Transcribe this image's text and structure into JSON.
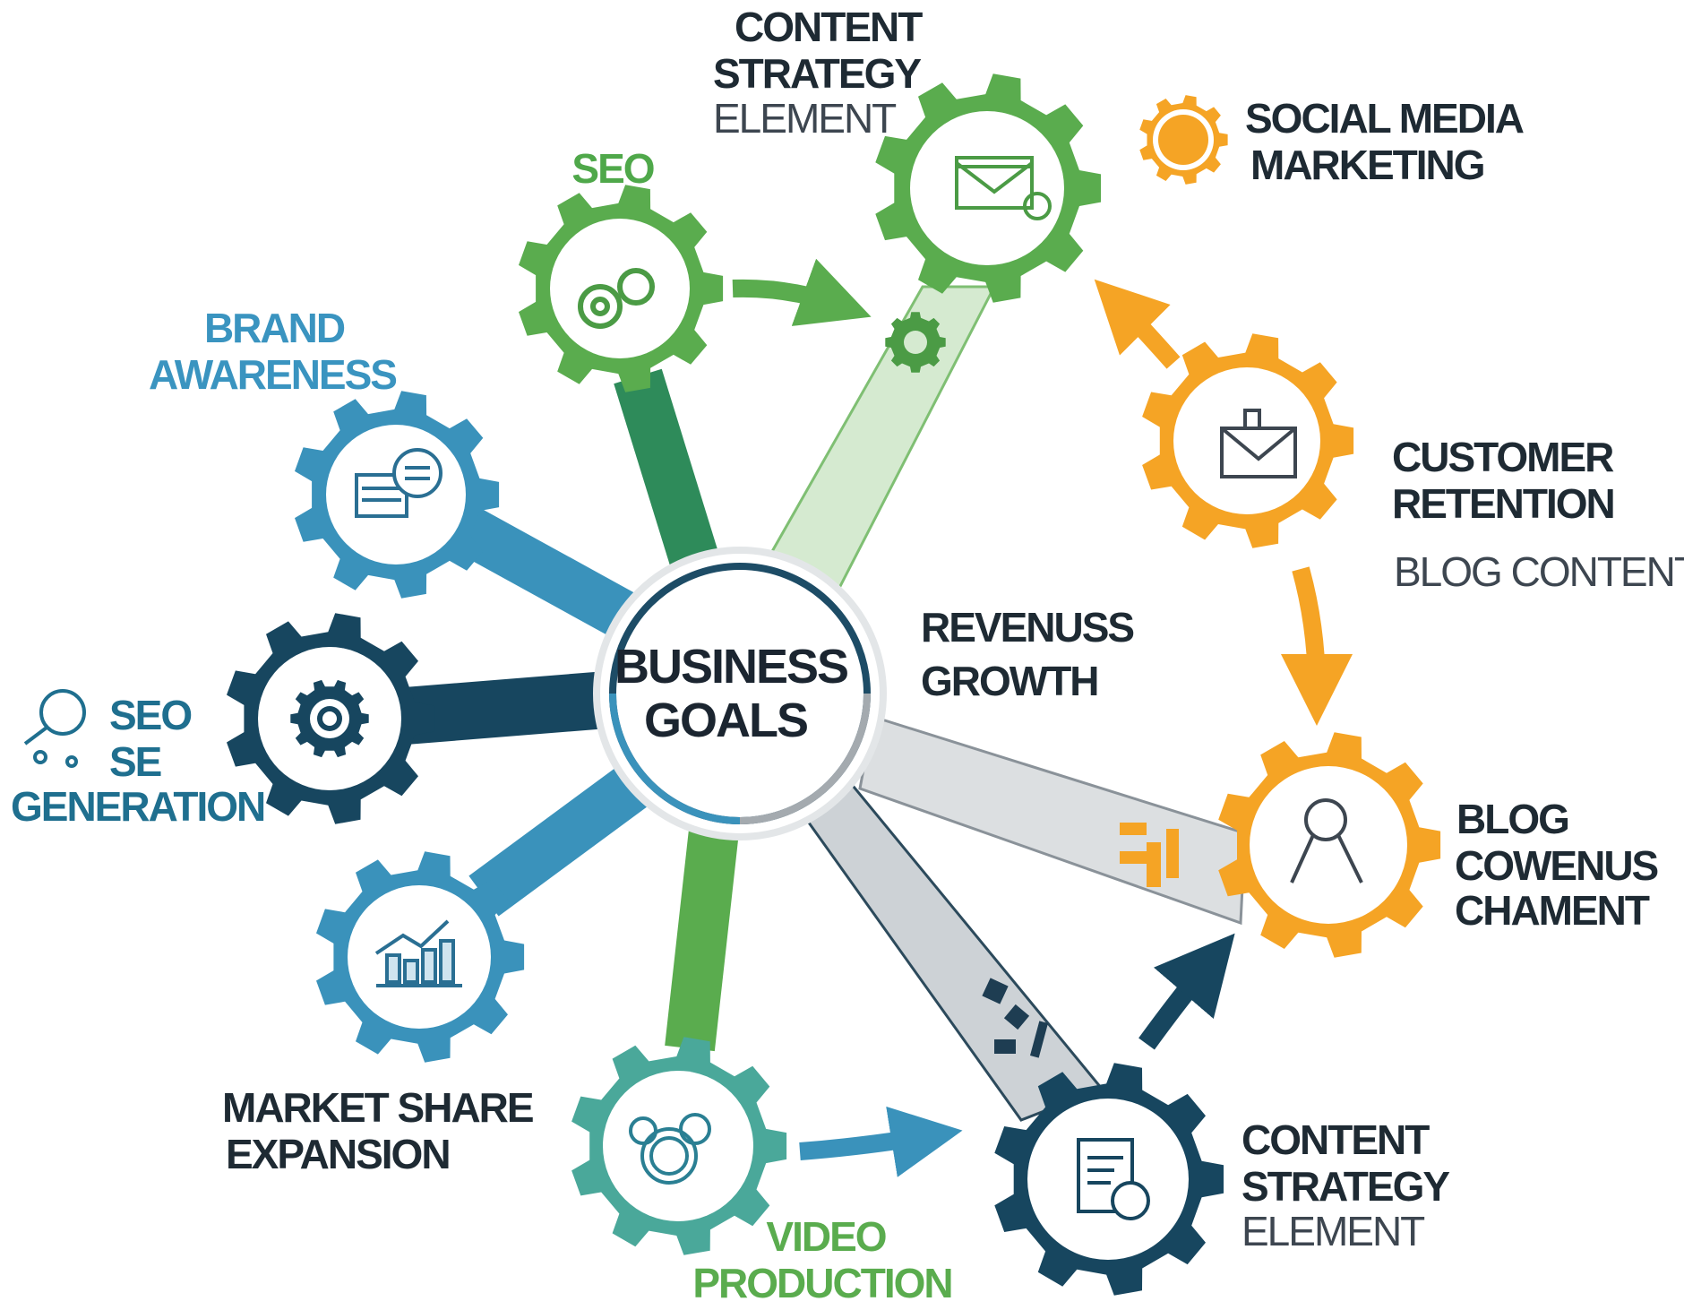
{
  "center": {
    "line1": "BUSINESS",
    "line2": "GOALS"
  },
  "labels": {
    "content_top": [
      "CONTENT",
      "STRATEGY",
      "ELEMENT"
    ],
    "seo_top": "SEO",
    "social": [
      "SOCIAL MEDIA",
      "MARKETING"
    ],
    "brand": [
      "BRAND",
      "AWARENESS"
    ],
    "seo_left": [
      "SEO",
      "SE",
      "GENERATION"
    ],
    "customer": [
      "CUSTOMER",
      "RETENTION"
    ],
    "blog_content": "BLOG CONTENT",
    "revenue": [
      "REVENUSS",
      "GROWTH"
    ],
    "blog": [
      "BLOG",
      "COWENUS",
      "CHAMENT"
    ],
    "market": [
      "MARKET SHARE",
      "EXPANSION"
    ],
    "video": [
      "VIDEO",
      "PRODUCTION"
    ],
    "content_bottom": [
      "CONTENT",
      "STRATEGY",
      "ELEMENT"
    ]
  },
  "colors": {
    "green": "#5aac4e",
    "dark_green": "#2e8b5a",
    "blue": "#3a92bb",
    "navy": "#17465f",
    "orange": "#f5a425",
    "teal": "#4aa89a",
    "grey_band": "#d4d8da"
  }
}
